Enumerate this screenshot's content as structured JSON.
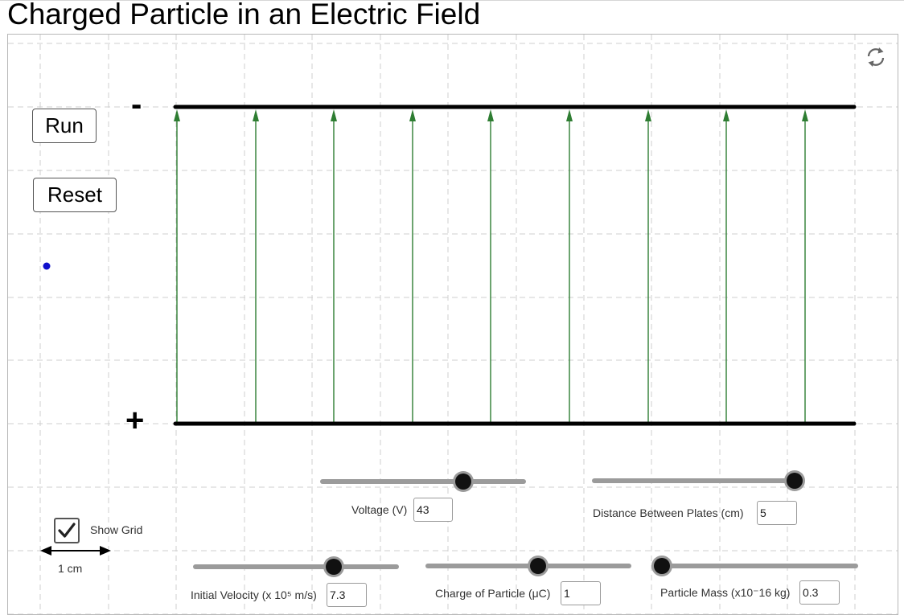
{
  "title": "Charged Particle in an Electric Field",
  "buttons": {
    "run": "Run",
    "reset": "Reset"
  },
  "plates": {
    "top_sign": "-",
    "bottom_sign": "+"
  },
  "show_grid": {
    "label": "Show Grid",
    "checked": true
  },
  "scale_label": "1 cm",
  "controls": {
    "voltage": {
      "label": "Voltage (V)",
      "value": "43",
      "fraction": 0.71
    },
    "distance": {
      "label": "Distance Between Plates (cm)",
      "value": "5",
      "fraction": 1.0
    },
    "velocity": {
      "label": "Initial Velocity (x 10⁵ m/s)",
      "value": "7.3",
      "fraction": 0.7
    },
    "charge": {
      "label": "Charge of Particle (μC)",
      "value": "1",
      "fraction": 0.55
    },
    "mass": {
      "label": "Particle Mass (x10⁻16 kg)",
      "value": "0.3",
      "fraction": 0.0
    }
  },
  "colors": {
    "field_lines": "#2e7d32",
    "particle": "#1010cc",
    "plates": "#000000",
    "grid": "#cfcfcf"
  },
  "icons": {
    "reset_view": "refresh-icon",
    "checkbox": "check-icon",
    "scale": "double-arrow-icon"
  }
}
